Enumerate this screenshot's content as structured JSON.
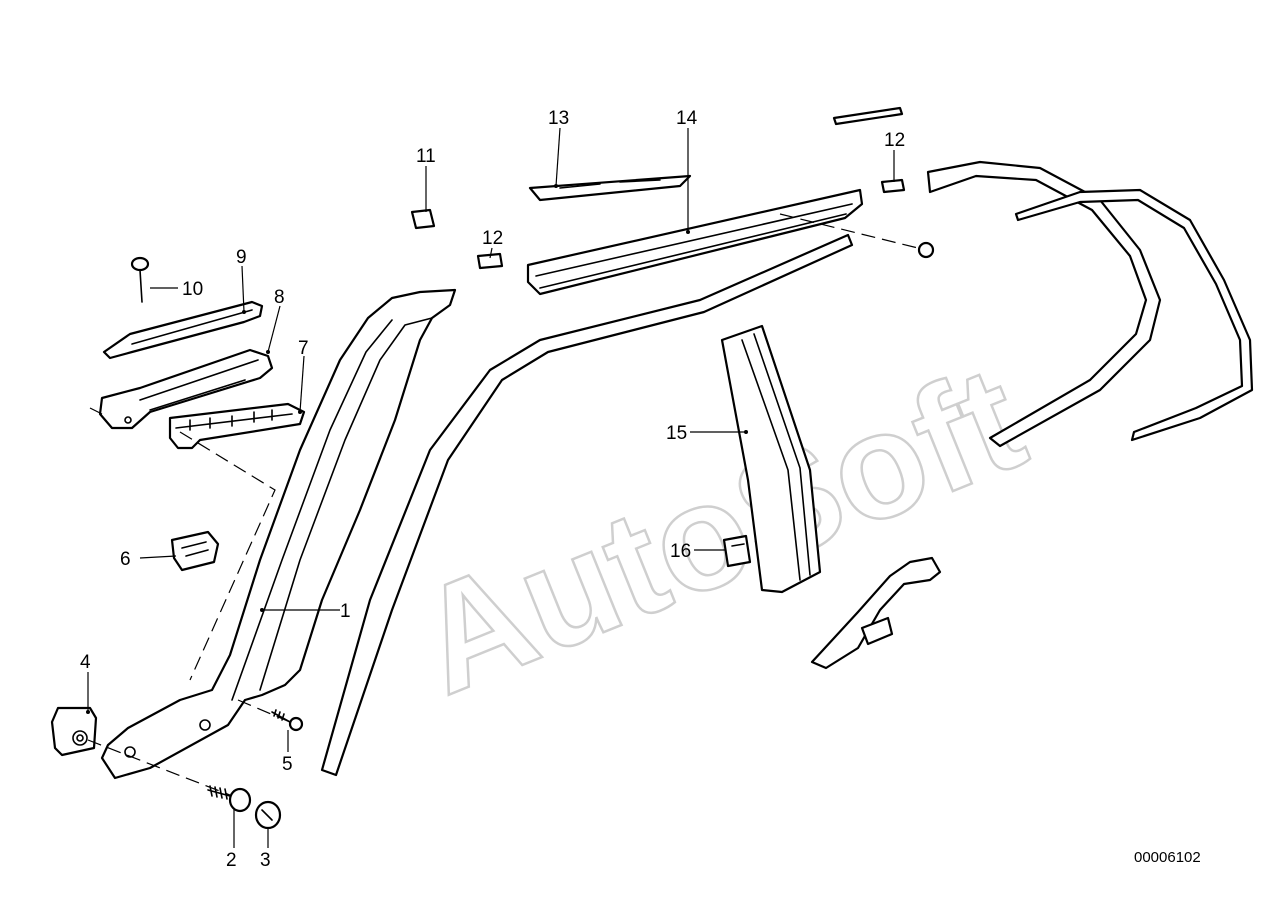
{
  "diagram": {
    "callouts": [
      {
        "id": "p1",
        "label": "1"
      },
      {
        "id": "p2",
        "label": "2"
      },
      {
        "id": "p3",
        "label": "3"
      },
      {
        "id": "p4",
        "label": "4"
      },
      {
        "id": "p5",
        "label": "5"
      },
      {
        "id": "p6",
        "label": "6"
      },
      {
        "id": "p7",
        "label": "7"
      },
      {
        "id": "p8",
        "label": "8"
      },
      {
        "id": "p9",
        "label": "9"
      },
      {
        "id": "p10",
        "label": "10"
      },
      {
        "id": "p11",
        "label": "11"
      },
      {
        "id": "p12a",
        "label": "12"
      },
      {
        "id": "p12b",
        "label": "12"
      },
      {
        "id": "p13",
        "label": "13"
      },
      {
        "id": "p14",
        "label": "14"
      },
      {
        "id": "p15",
        "label": "15"
      },
      {
        "id": "p16",
        "label": "16"
      }
    ],
    "watermark": "AutoSoft",
    "document_number": "00006102"
  }
}
